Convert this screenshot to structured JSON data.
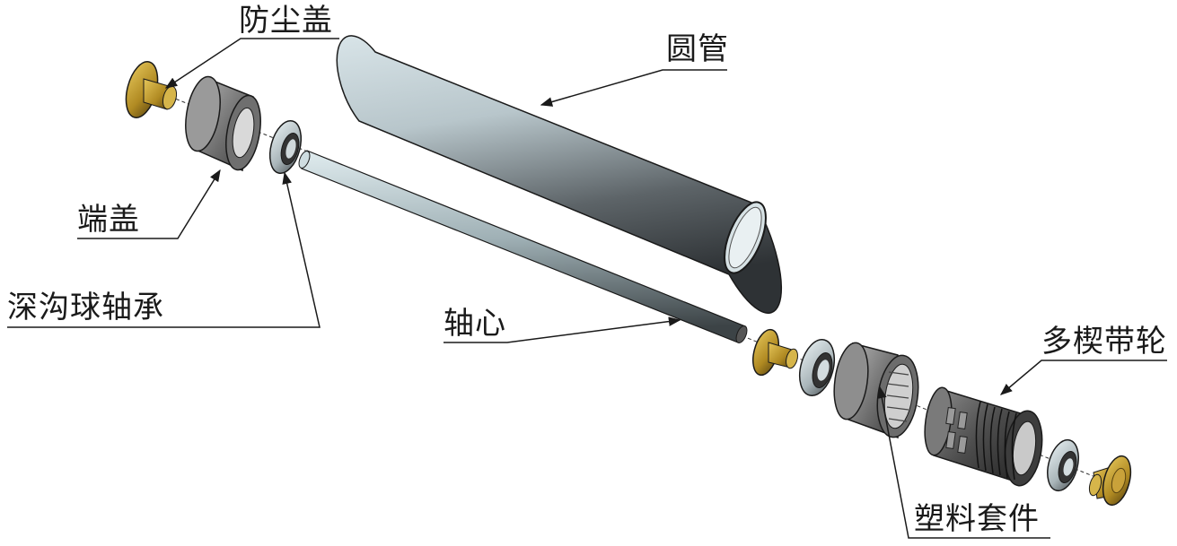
{
  "diagram": {
    "type": "exploded-assembly-view",
    "colors": {
      "background": "#ffffff",
      "line": "#1a1a1a",
      "steel_light": "#c9d7dc",
      "steel_mid": "#8a9599",
      "steel_dark": "#3a3f42",
      "brass": "#c9a23a",
      "brass_dark": "#6b5416",
      "plastic_dark": "#4a4a4a"
    },
    "labels": {
      "dust_cap": "防尘盖",
      "end_cap": "端盖",
      "deep_groove_ball_bearing": "深沟球轴承",
      "round_tube": "圆管",
      "shaft_core": "轴心",
      "multi_wedge_pulley": "多楔带轮",
      "plastic_sleeve": "塑料套件"
    }
  }
}
